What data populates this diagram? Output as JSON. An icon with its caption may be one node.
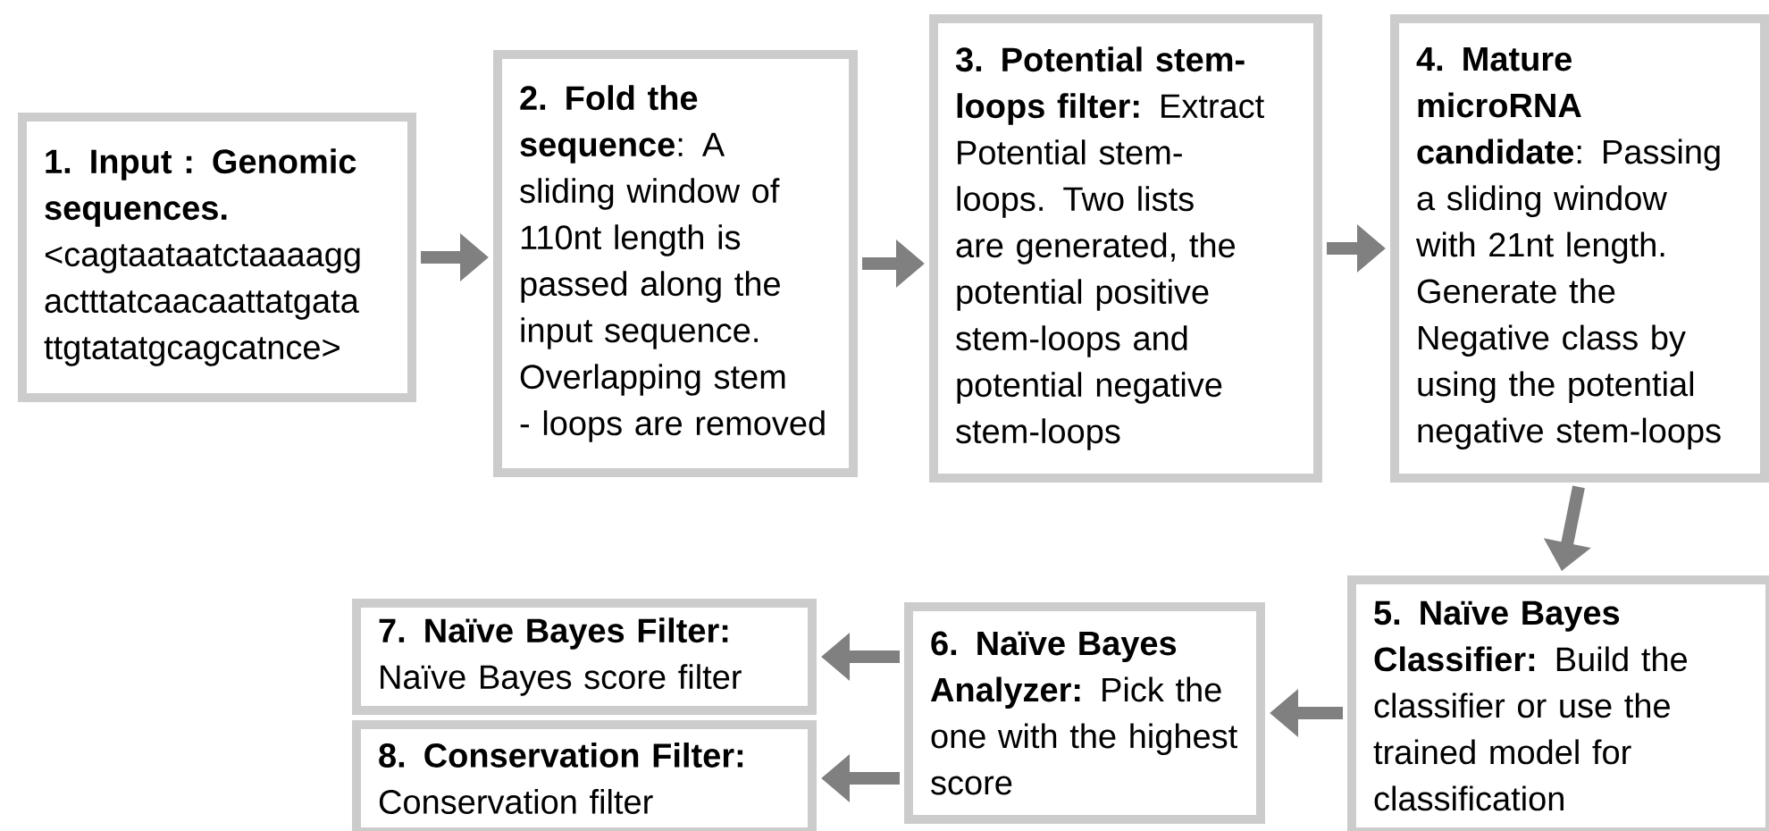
{
  "diagram": {
    "nodes": [
      {
        "text": [
          "**1. Input : Genomic sequences.** <cagtaataatctaaaagg actttatcaacaattatgata ttgtatatgcagcatnce>"
        ]
      },
      {
        "text": [
          "**2. Fold the sequence**: A sliding window of 110nt length is passed along the input sequence. Overlapping stem - loops are removed"
        ]
      },
      {
        "text": [
          "**3. Potential stem-loops filter:** Extract Potential stem-loops. Two lists are generated, the potential positive stem-loops and potential negative stem-loops"
        ]
      },
      {
        "text": [
          "**4. Mature microRNA candidate**: Passing a sliding window with 21nt length. Generate the Negative class by using the potential negative stem-loops"
        ]
      },
      {
        "text": [
          "**5. Naïve Bayes Classifier:** Build the classifier or use the trained model for classification"
        ]
      },
      {
        "text": [
          "**6. Naïve Bayes Analyzer:** Pick the one with the highest score"
        ]
      },
      {
        "text": [
          "**7. Naïve Bayes Filter:** Naïve Bayes score filter"
        ]
      },
      {
        "text": [
          "**8. Conservation Filter:** Conservation filter"
        ]
      }
    ],
    "edges": [
      {
        "from": 0,
        "to": 1,
        "arrow": "to"
      },
      {
        "from": 1,
        "to": 2,
        "arrow": "to"
      },
      {
        "from": 2,
        "to": 3,
        "arrow": "to"
      },
      {
        "from": 3,
        "to": 4,
        "arrow": "to"
      },
      {
        "from": 4,
        "to": 5,
        "arrow": "to"
      },
      {
        "from": 5,
        "to": 6,
        "arrow": "to"
      },
      {
        "from": 5,
        "to": 7,
        "arrow": "to"
      }
    ]
  }
}
